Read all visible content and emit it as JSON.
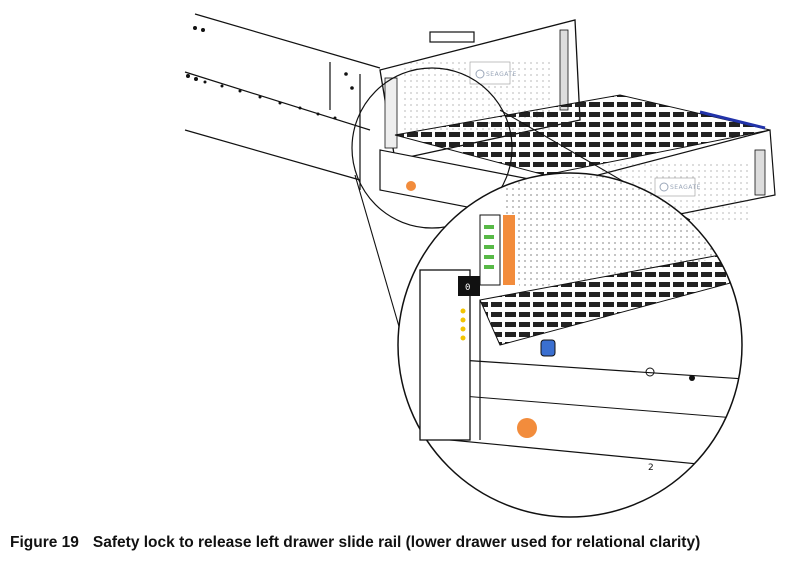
{
  "figure": {
    "number": "Figure 19",
    "title": "Safety lock to release left drawer slide rail (lower drawer used for relational clarity)"
  },
  "labels": {
    "brand": "SEAGATE",
    "display_digits": "0",
    "rail_marker": "2"
  },
  "colors": {
    "line": "#111111",
    "safety_lock": "#f28c3c",
    "release_latch": "#3a6fd0",
    "status_led": "#f2c500",
    "activity_led": "#58b947",
    "drawer_band": "#2233aa"
  },
  "icons": [
    "safety-lock-icon",
    "release-latch-icon",
    "status-led-icon"
  ]
}
